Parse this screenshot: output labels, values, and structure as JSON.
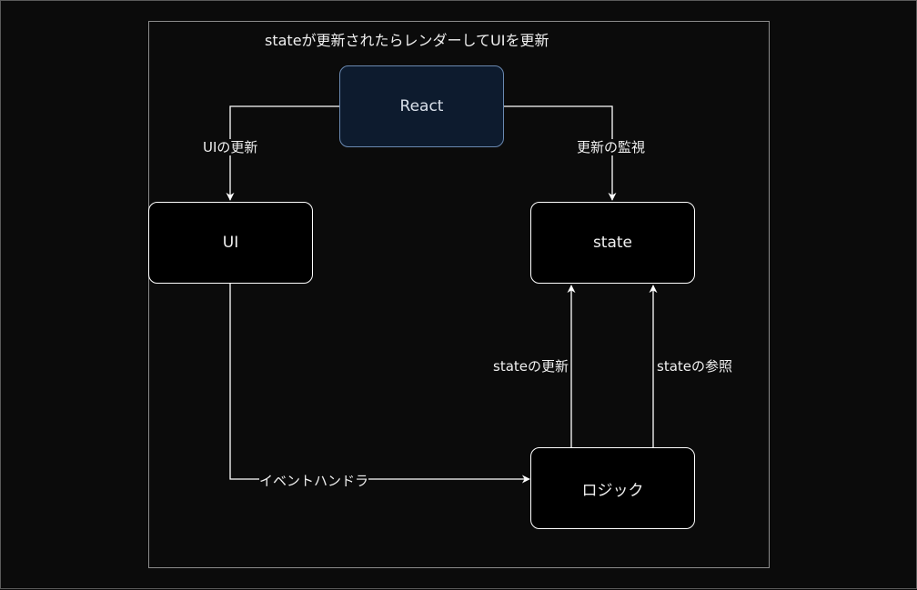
{
  "title": "stateが更新されたらレンダーしてUIを更新",
  "nodes": {
    "react": "React",
    "ui": "UI",
    "state": "state",
    "logic": "ロジック"
  },
  "edges": {
    "react_to_ui": "UIの更新",
    "react_to_state": "更新の監視",
    "ui_to_logic": "イベントハンドラ",
    "logic_update_state": "stateの更新",
    "logic_ref_state": "stateの参照"
  },
  "colors": {
    "background": "#0b0b0b",
    "react_fill": "#0d1b2e",
    "react_border": "#6a89b1",
    "node_fill": "#000000",
    "line": "#ffffff"
  }
}
